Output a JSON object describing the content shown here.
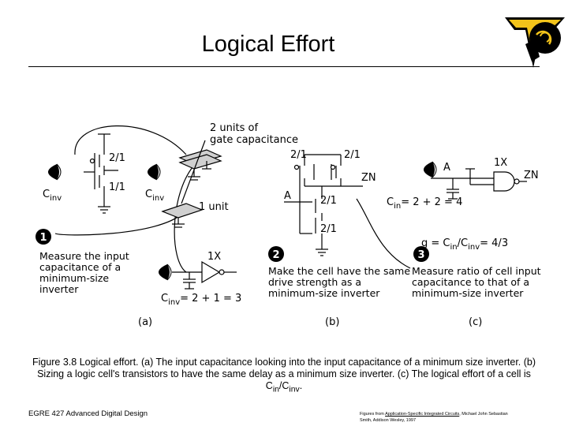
{
  "slide": {
    "title": "Logical Effort"
  },
  "figure": {
    "panel_a": {
      "top_label_line1": "2 units of",
      "top_label_line2": "gate capacitance",
      "ratio_top": "2/1",
      "ratio_bottom": "1/1",
      "cinv_left": "C",
      "cinv_left_sub": "inv",
      "cinv_mid": "C",
      "cinv_mid_sub": "inv",
      "unit_label": "1 unit",
      "inverter_size": "1X",
      "cin_label": "C",
      "cin_sub": "inv",
      "cin_value": "= 2 + 1 = 3",
      "step_number": "1",
      "step_line1": "Measure the input",
      "step_line2": "capacitance of a",
      "step_line3": "minimum-size",
      "step_line4": "inverter",
      "panel_letter": "(a)"
    },
    "panel_b": {
      "ratio_left": "2/1",
      "ratio_right": "2/1",
      "output": "ZN",
      "input": "A",
      "ratio_mid": "2/1",
      "ratio_low": "2/1",
      "step_number": "2",
      "step_line1": "Make the cell have the same",
      "step_line2": "drive strength as a",
      "step_line3": "minimum-size inverter",
      "panel_letter": "(b)"
    },
    "panel_c": {
      "input": "A",
      "size": "1X",
      "output": "ZN",
      "cin_label": "C",
      "cin_sub": "in",
      "cin_value": "= 2 + 2 = 4",
      "g_prefix": "g = C",
      "g_sub1": "in",
      "g_slash": "/C",
      "g_sub2": "inv",
      "g_value": "= 4/3",
      "step_number": "3",
      "step_line1": "Measure ratio of cell input",
      "step_line2": "capacitance to that of a",
      "step_line3": "minimum-size inverter",
      "panel_letter": "(c)"
    }
  },
  "caption": {
    "text": "Figure 3.8 Logical effort. (a) The input capacitance looking into the input capacitance of a minimum size inverter. (b) Sizing a logic cell's transistors to have the same delay as a minimum size inverter. (c) The logical effort of a cell is C",
    "sub1": "in",
    "mid": "/C",
    "sub2": "inv",
    "end": "."
  },
  "footer": {
    "course": "EGRE 427  Advanced Digital Design",
    "credit_prefix": "Figures from ",
    "credit_book": "Application-Specific Integrated Circuits",
    "credit_author": ", Michael John Sebastian",
    "credit_line2": "Smith, Addison Wesley, 1997"
  }
}
